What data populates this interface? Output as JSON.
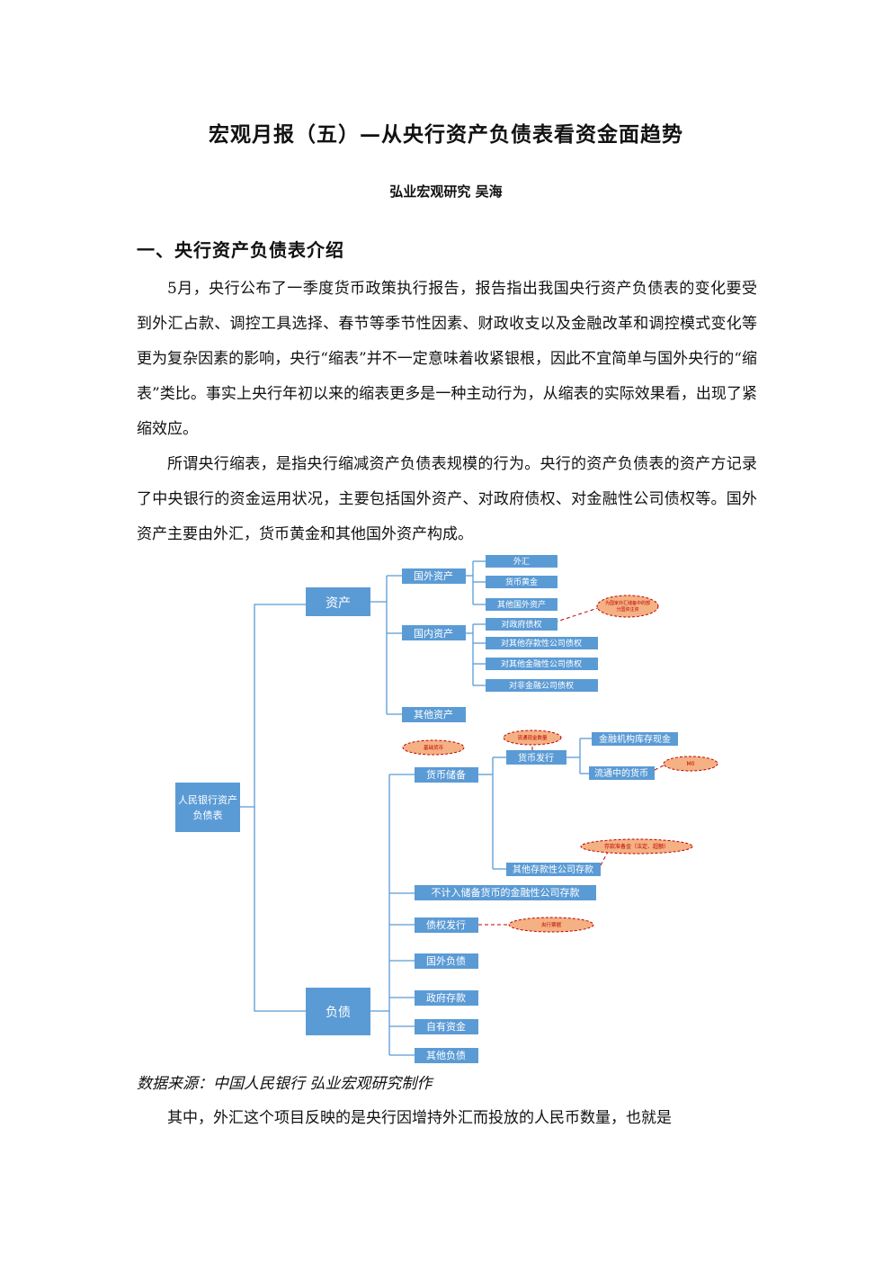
{
  "doc": {
    "title": "宏观月报（五）—从央行资产负债表看资金面趋势",
    "author": "弘业宏观研究 吴海",
    "section1": "一、央行资产负债表介绍",
    "para1": "5月，央行公布了一季度货币政策执行报告，报告指出我国央行资产负债表的变化要受到外汇占款、调控工具选择、春节等季节性因素、财政收支以及金融改革和调控模式变化等更为复杂因素的影响，央行“缩表”并不一定意味着收紧银根，因此不宜简单与国外央行的“缩表”类比。事实上央行年初以来的缩表更多是一种主动行为，从缩表的实际效果看，出现了紧缩效应。",
    "para2": "所谓央行缩表，是指央行缩减资产负债表规模的行为。央行的资产负债表的资产方记录了中央银行的资金运用状况，主要包括国外资产、对政府债权、对金融性公司债权等。国外资产主要由外汇，货币黄金和其他国外资产构成。",
    "source": "数据来源：中国人民银行 弘业宏观研究制作",
    "para3": "其中，外汇这个项目反映的是央行因增持外汇而投放的人民币数量，也就是"
  },
  "diagram": {
    "root": "人民银行资产负债表",
    "assets": "资产",
    "liabilities": "负债",
    "foreign_assets": "国外资产",
    "forex": "外汇",
    "gold": "货币黄金",
    "other_foreign": "其他国外资产",
    "domestic_assets": "国内资产",
    "claims_gov": "对政府债权",
    "claims_odc": "对其他存款性公司债权",
    "claims_ofc": "对其他金融性公司债权",
    "claims_nfc": "对非金融公司债权",
    "other_assets": "其他资产",
    "reserve_money": "货币储备",
    "currency_issue": "货币发行",
    "vault_cash": "金融机构库存现金",
    "m0": "流通中的货币",
    "odc_deposits": "其他存款性公司存款",
    "non_reserve_deposits": "不计入储备货币的金融性公司存款",
    "bond_issue": "债权发行",
    "foreign_liab": "国外负债",
    "gov_deposits": "政府存款",
    "own_funds": "自有资金",
    "other_liab": "其他负债",
    "note_claims_gov": "为国家外汇储备中的部分国资注资",
    "note_reserve_money": "基础货币",
    "note_currency_issue": "流通现金数量",
    "note_m0": "M0",
    "note_odc": "存款准备金（法定、超额）",
    "note_bond": "央行票据"
  },
  "colors": {
    "box_fill": "#5b9bd5",
    "box_text": "#ffffff",
    "line": "#5b9bd5",
    "note_fill": "#f4b183",
    "note_border": "#c00000"
  }
}
